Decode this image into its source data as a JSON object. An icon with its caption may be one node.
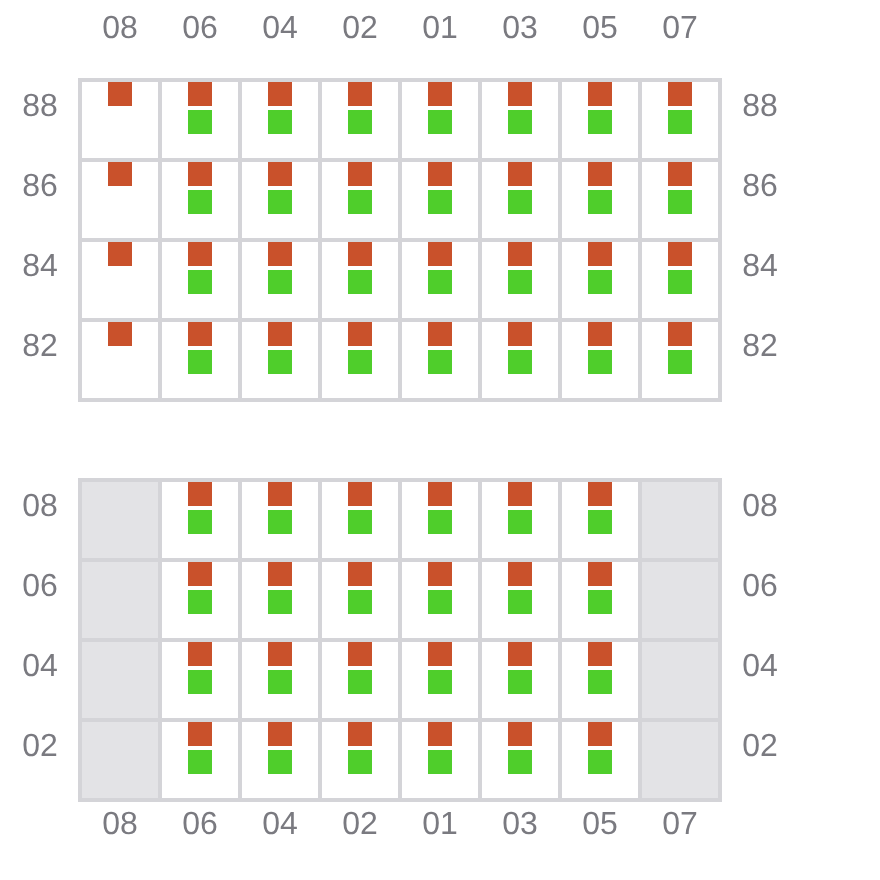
{
  "diagram": {
    "nodes": [
      {
        "text": [],
        "shape": "box"
      },
      {
        "text": [],
        "shape": "box",
        "in": 0
      },
      {
        "text": [],
        "shape": "box"
      },
      {
        "text": [],
        "shape": "box",
        "in": 2
      },
      {
        "text": [],
        "shape": "box",
        "in": 2
      },
      {
        "text": [],
        "shape": "box"
      },
      {
        "text": [],
        "shape": "box",
        "in": 5
      },
      {
        "text": [],
        "shape": "box",
        "in": 5
      },
      {
        "text": [],
        "shape": "box"
      },
      {
        "text": [],
        "shape": "box",
        "in": 8
      },
      {
        "text": [],
        "shape": "box",
        "in": 8
      },
      {
        "text": [],
        "shape": "box"
      },
      {
        "text": [],
        "shape": "box",
        "in": 11
      },
      {
        "text": [],
        "shape": "box",
        "in": 11
      },
      {
        "text": [],
        "shape": "box"
      },
      {
        "text": [],
        "shape": "box",
        "in": 14
      },
      {
        "text": [],
        "shape": "box",
        "in": 14
      },
      {
        "text": [],
        "shape": "box"
      },
      {
        "text": [],
        "shape": "box",
        "in": 17
      },
      {
        "text": [],
        "shape": "box",
        "in": 17
      },
      {
        "text": [],
        "shape": "box"
      },
      {
        "text": [],
        "shape": "box",
        "in": 20
      },
      {
        "text": [],
        "shape": "box",
        "in": 20
      },
      {
        "text": [],
        "shape": "box"
      },
      {
        "text": [],
        "shape": "box",
        "in": 23
      },
      {
        "text": [],
        "shape": "box"
      },
      {
        "text": [],
        "shape": "box",
        "in": 25
      },
      {
        "text": [],
        "shape": "box",
        "in": 25
      },
      {
        "text": [],
        "shape": "box"
      },
      {
        "text": [],
        "shape": "box",
        "in": 28
      },
      {
        "text": [],
        "shape": "box",
        "in": 28
      },
      {
        "text": [],
        "shape": "box"
      },
      {
        "text": [],
        "shape": "box",
        "in": 31
      },
      {
        "text": [],
        "shape": "box",
        "in": 31
      },
      {
        "text": [],
        "shape": "box"
      },
      {
        "text": [],
        "shape": "box",
        "in": 34
      },
      {
        "text": [],
        "shape": "box",
        "in": 34
      },
      {
        "text": [],
        "shape": "box"
      },
      {
        "text": [],
        "shape": "box",
        "in": 37
      },
      {
        "text": [],
        "shape": "box",
        "in": 37
      },
      {
        "text": [],
        "shape": "box"
      },
      {
        "text": [],
        "shape": "box",
        "in": 40
      },
      {
        "text": [],
        "shape": "box",
        "in": 40
      },
      {
        "text": [],
        "shape": "box"
      },
      {
        "text": [],
        "shape": "box",
        "in": 43
      },
      {
        "text": [],
        "shape": "box",
        "in": 43
      },
      {
        "text": [],
        "shape": "box"
      },
      {
        "text": [],
        "shape": "box",
        "in": 46
      },
      {
        "text": [],
        "shape": "box"
      },
      {
        "text": [],
        "shape": "box",
        "in": 48
      },
      {
        "text": [],
        "shape": "box",
        "in": 48
      },
      {
        "text": [],
        "shape": "box"
      },
      {
        "text": [],
        "shape": "box",
        "in": 51
      },
      {
        "text": [],
        "shape": "box",
        "in": 51
      },
      {
        "text": [],
        "shape": "box"
      },
      {
        "text": [],
        "shape": "box",
        "in": 54
      },
      {
        "text": [],
        "shape": "box",
        "in": 54
      },
      {
        "text": [],
        "shape": "box"
      },
      {
        "text": [],
        "shape": "box",
        "in": 57
      },
      {
        "text": [],
        "shape": "box",
        "in": 57
      },
      {
        "text": [],
        "shape": "box"
      },
      {
        "text": [],
        "shape": "box",
        "in": 60
      },
      {
        "text": [],
        "shape": "box",
        "in": 60
      },
      {
        "text": [],
        "shape": "box"
      },
      {
        "text": [],
        "shape": "box",
        "in": 63
      },
      {
        "text": [],
        "shape": "box",
        "in": 63
      },
      {
        "text": [],
        "shape": "box"
      },
      {
        "text": [],
        "shape": "box",
        "in": 66
      },
      {
        "text": [],
        "shape": "box",
        "in": 66
      },
      {
        "text": [],
        "shape": "box"
      },
      {
        "text": [],
        "shape": "box",
        "in": 69
      },
      {
        "text": [],
        "shape": "box"
      },
      {
        "text": [],
        "shape": "box",
        "in": 71
      },
      {
        "text": [],
        "shape": "box",
        "in": 71
      },
      {
        "text": [],
        "shape": "box"
      },
      {
        "text": [],
        "shape": "box",
        "in": 74
      },
      {
        "text": [],
        "shape": "box",
        "in": 74
      },
      {
        "text": [],
        "shape": "box"
      },
      {
        "text": [],
        "shape": "box",
        "in": 77
      },
      {
        "text": [],
        "shape": "box",
        "in": 77
      },
      {
        "text": [],
        "shape": "box"
      },
      {
        "text": [],
        "shape": "box",
        "in": 80
      },
      {
        "text": [],
        "shape": "box",
        "in": 80
      },
      {
        "text": [],
        "shape": "box"
      },
      {
        "text": [],
        "shape": "box",
        "in": 83
      },
      {
        "text": [],
        "shape": "box",
        "in": 83
      },
      {
        "text": [],
        "shape": "box"
      },
      {
        "text": [],
        "shape": "box",
        "in": 86
      },
      {
        "text": [],
        "shape": "box",
        "in": 86
      },
      {
        "text": [],
        "shape": "box"
      },
      {
        "text": [],
        "shape": "box",
        "in": 89
      },
      {
        "text": [],
        "shape": "box",
        "in": 89
      },
      {
        "text": [],
        "shape": "box"
      },
      {
        "text": [],
        "shape": "box"
      },
      {
        "text": [],
        "shape": "box",
        "in": 93
      },
      {
        "text": [],
        "shape": "box",
        "in": 93
      },
      {
        "text": [],
        "shape": "box"
      },
      {
        "text": [],
        "shape": "box",
        "in": 96
      },
      {
        "text": [],
        "shape": "box",
        "in": 96
      },
      {
        "text": [],
        "shape": "box"
      },
      {
        "text": [],
        "shape": "box",
        "in": 99
      },
      {
        "text": [],
        "shape": "box",
        "in": 99
      },
      {
        "text": [],
        "shape": "box"
      },
      {
        "text": [],
        "shape": "box",
        "in": 102
      },
      {
        "text": [],
        "shape": "box",
        "in": 102
      },
      {
        "text": [],
        "shape": "box"
      },
      {
        "text": [],
        "shape": "box",
        "in": 105
      },
      {
        "text": [],
        "shape": "box",
        "in": 105
      },
      {
        "text": [],
        "shape": "box"
      },
      {
        "text": [],
        "shape": "box",
        "in": 108
      },
      {
        "text": [],
        "shape": "box",
        "in": 108
      },
      {
        "text": [],
        "shape": "box"
      },
      {
        "text": [],
        "shape": "box"
      },
      {
        "text": [],
        "shape": "box"
      },
      {
        "text": [],
        "shape": "box",
        "in": 113
      },
      {
        "text": [],
        "shape": "box",
        "in": 113
      },
      {
        "text": [],
        "shape": "box"
      },
      {
        "text": [],
        "shape": "box",
        "in": 116
      },
      {
        "text": [],
        "shape": "box",
        "in": 116
      },
      {
        "text": [],
        "shape": "box"
      },
      {
        "text": [],
        "shape": "box",
        "in": 119
      },
      {
        "text": [],
        "shape": "box",
        "in": 119
      },
      {
        "text": [],
        "shape": "box"
      },
      {
        "text": [],
        "shape": "box",
        "in": 122
      },
      {
        "text": [],
        "shape": "box",
        "in": 122
      },
      {
        "text": [],
        "shape": "box"
      },
      {
        "text": [],
        "shape": "box",
        "in": 125
      },
      {
        "text": [],
        "shape": "box",
        "in": 125
      },
      {
        "text": [],
        "shape": "box"
      },
      {
        "text": [],
        "shape": "box",
        "in": 128
      },
      {
        "text": [],
        "shape": "box",
        "in": 128
      },
      {
        "text": [],
        "shape": "box"
      },
      {
        "text": [],
        "shape": "box"
      },
      {
        "text": [],
        "shape": "box"
      },
      {
        "text": [],
        "shape": "box",
        "in": 133
      },
      {
        "text": [],
        "shape": "box",
        "in": 133
      },
      {
        "text": [],
        "shape": "box"
      },
      {
        "text": [],
        "shape": "box",
        "in": 136
      },
      {
        "text": [],
        "shape": "box",
        "in": 136
      },
      {
        "text": [],
        "shape": "box"
      },
      {
        "text": [],
        "shape": "box",
        "in": 139
      },
      {
        "text": [],
        "shape": "box",
        "in": 139
      },
      {
        "text": [],
        "shape": "box"
      },
      {
        "text": [],
        "shape": "box",
        "in": 142
      },
      {
        "text": [],
        "shape": "box",
        "in": 142
      },
      {
        "text": [],
        "shape": "box"
      },
      {
        "text": [],
        "shape": "box",
        "in": 145
      },
      {
        "text": [],
        "shape": "box",
        "in": 145
      },
      {
        "text": [],
        "shape": "box"
      },
      {
        "text": [],
        "shape": "box",
        "in": 148
      },
      {
        "text": [],
        "shape": "box",
        "in": 148
      },
      {
        "text": [],
        "shape": "box"
      },
      {
        "text": [],
        "shape": "box"
      },
      {
        "text": [],
        "shape": "box"
      },
      {
        "text": [],
        "shape": "box",
        "in": 153
      },
      {
        "text": [],
        "shape": "box",
        "in": 153
      },
      {
        "text": [],
        "shape": "box"
      },
      {
        "text": [],
        "shape": "box",
        "in": 156
      },
      {
        "text": [],
        "shape": "box",
        "in": 156
      },
      {
        "text": [],
        "shape": "box"
      },
      {
        "text": [],
        "shape": "box",
        "in": 159
      },
      {
        "text": [],
        "shape": "box",
        "in": 159
      },
      {
        "text": [],
        "shape": "box"
      },
      {
        "text": [],
        "shape": "box",
        "in": 162
      },
      {
        "text": [],
        "shape": "box",
        "in": 162
      },
      {
        "text": [],
        "shape": "box"
      },
      {
        "text": [],
        "shape": "box",
        "in": 165
      },
      {
        "text": [],
        "shape": "box",
        "in": 165
      },
      {
        "text": [],
        "shape": "box"
      },
      {
        "text": [],
        "shape": "box",
        "in": 168
      },
      {
        "text": [],
        "shape": "box",
        "in": 168
      },
      {
        "text": [],
        "shape": "box"
      }
    ],
    "labels": [
      "08",
      "06",
      "04",
      "02",
      "01",
      "03",
      "05",
      "07",
      "88",
      "88",
      "86",
      "86",
      "84",
      "84",
      "82",
      "82",
      "08",
      "08",
      "06",
      "06",
      "04",
      "04",
      "02",
      "02",
      "08",
      "06",
      "04",
      "02",
      "01",
      "03",
      "05",
      "07"
    ]
  }
}
